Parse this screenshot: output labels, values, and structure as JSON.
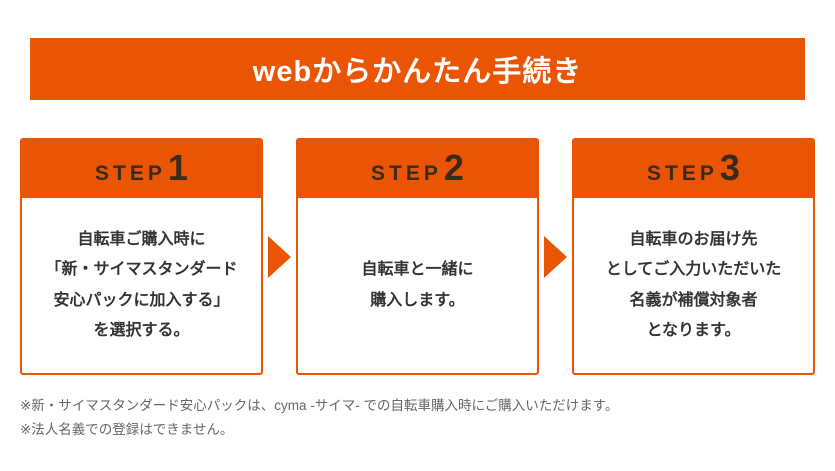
{
  "banner": {
    "title": "webからかんたん手続き"
  },
  "steps": [
    {
      "label": "STEP",
      "number": "1",
      "body": "自転車ご購入時に\n「新・サイマスタンダード\n安心パックに加入する」\nを選択する。"
    },
    {
      "label": "STEP",
      "number": "2",
      "body": "自転車と一緒に\n購入します。"
    },
    {
      "label": "STEP",
      "number": "3",
      "body": "自転車のお届け先\nとしてご入力いただいた\n名義が補償対象者\nとなります。"
    }
  ],
  "notes": [
    "※新・サイマスタンダード安心パックは、cyma -サイマ- での自転車購入時にご購入いただけます。",
    "※法人名義での登録はできません。"
  ],
  "colors": {
    "accent": "#ea5505",
    "banner_text": "#ffffff",
    "step_header_text": "#3a2a1a",
    "body_text": "#333333",
    "note_text": "#666666"
  }
}
